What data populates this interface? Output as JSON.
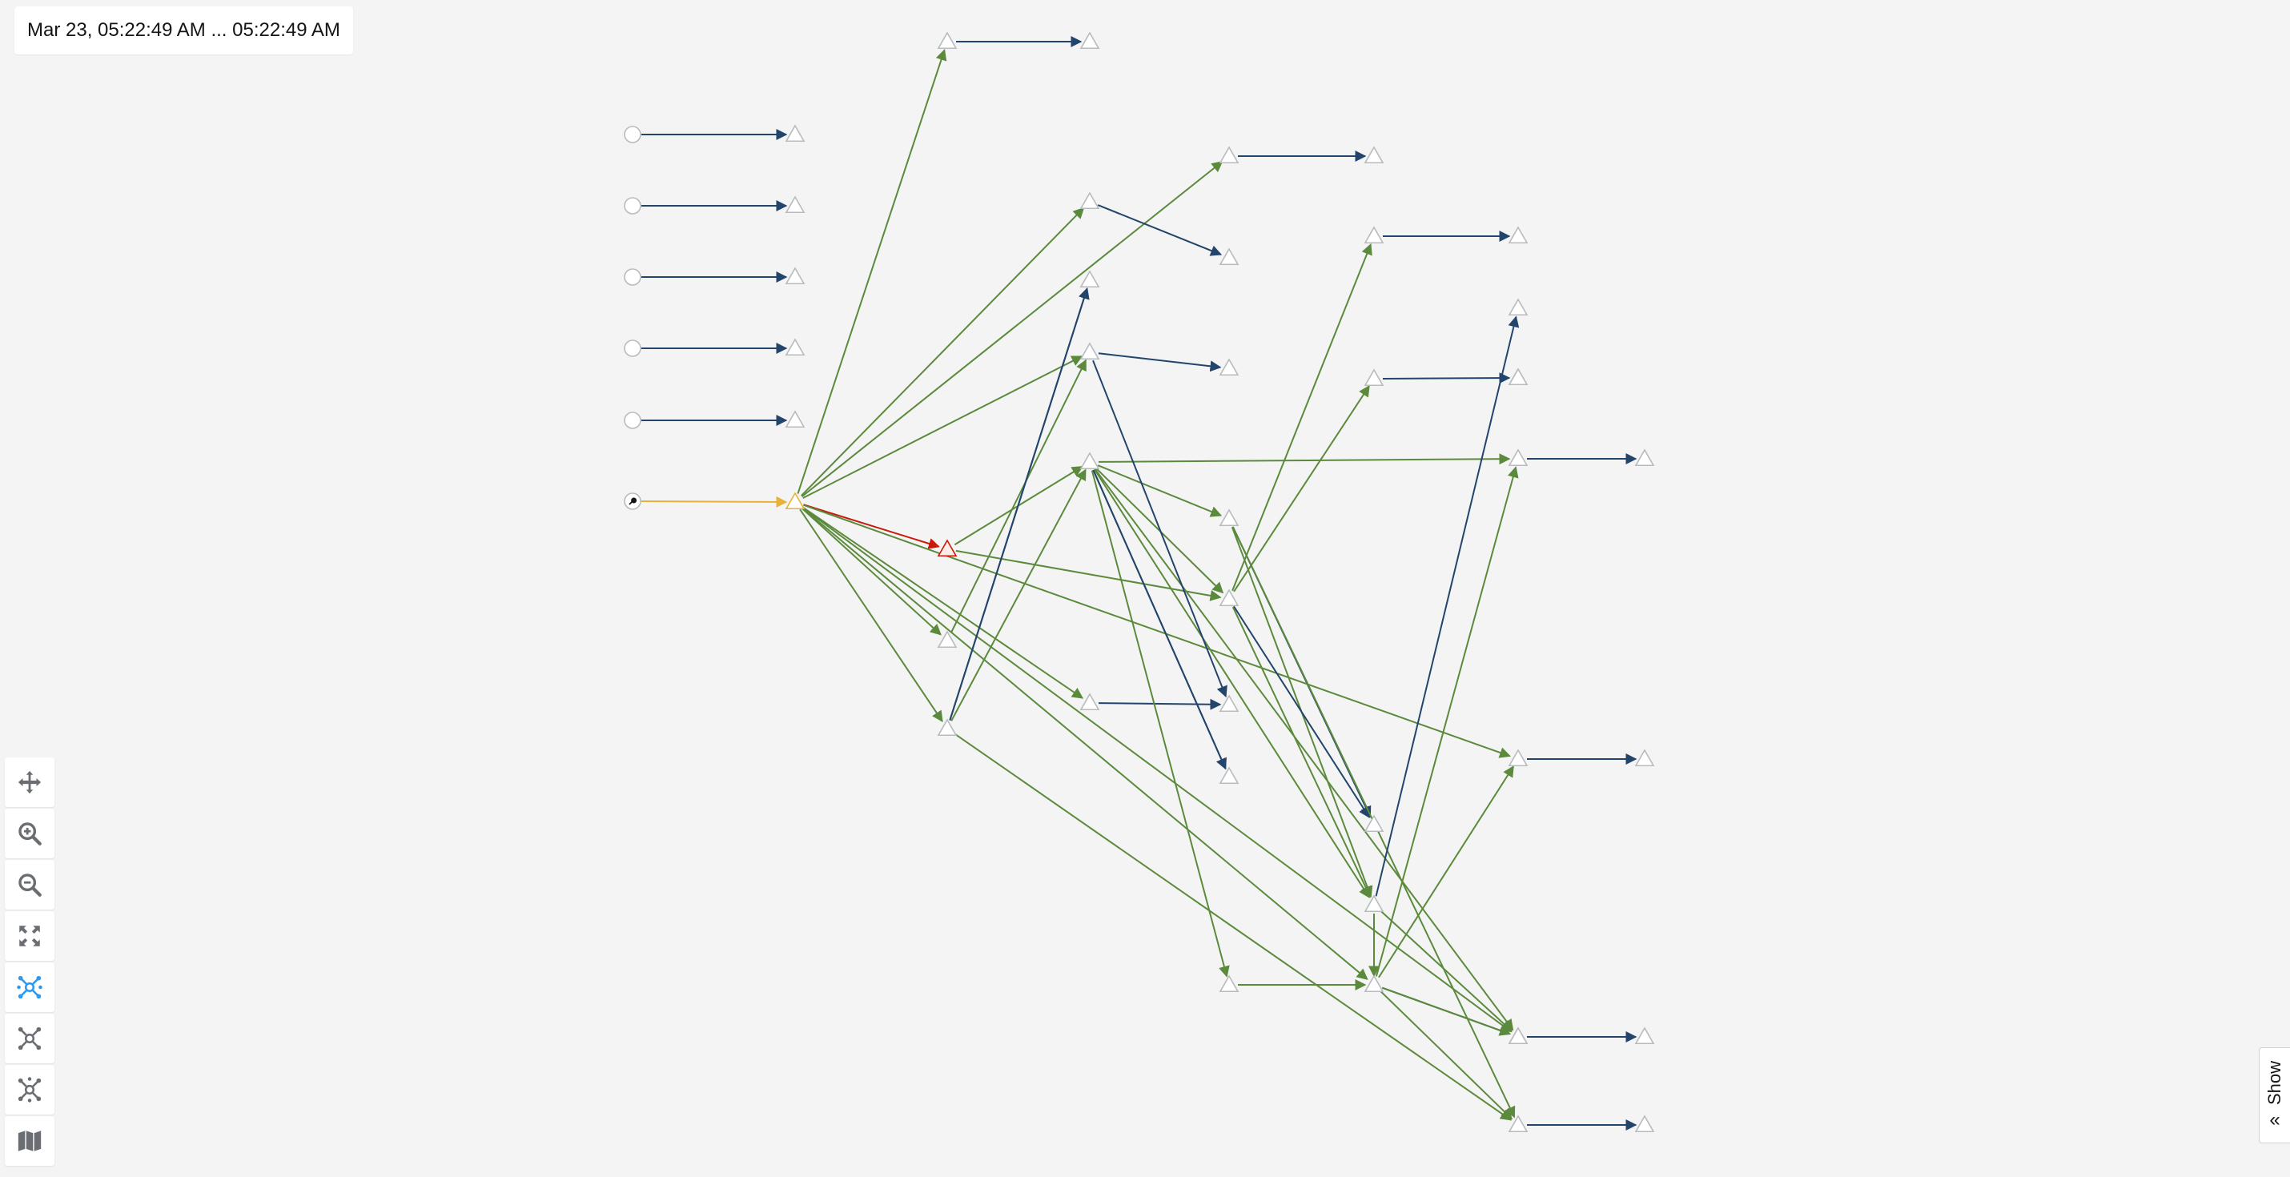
{
  "time_range": {
    "label": "Mar 23, 05:22:49 AM ... 05:22:49 AM"
  },
  "toolbar": {
    "items": [
      {
        "name": "pan-tool-button",
        "icon": "move-arrows-icon",
        "active": false
      },
      {
        "name": "zoom-in-button",
        "icon": "zoom-in-icon",
        "active": false
      },
      {
        "name": "zoom-out-button",
        "icon": "zoom-out-icon",
        "active": false
      },
      {
        "name": "fit-to-screen-button",
        "icon": "expand-icon",
        "active": false
      },
      {
        "name": "layout-default-button",
        "icon": "graph-layout-icon",
        "active": true
      },
      {
        "name": "layout-one-button",
        "icon": "graph-layout-icon",
        "active": false
      },
      {
        "name": "layout-two-button",
        "icon": "graph-layout-icon",
        "active": false
      },
      {
        "name": "legend-button",
        "icon": "map-icon",
        "active": false
      }
    ]
  },
  "side_panel_tab": {
    "label": "Show",
    "icon": "double-chevron-left-icon"
  },
  "colors": {
    "healthy_edge": "#5b8a3c",
    "tcp_edge": "#23456b",
    "root_edge": "#e8b23a",
    "error_edge": "#c9190b",
    "node_border": "#b8bbbe",
    "node_fill": "#ffffff",
    "active_icon": "#2b9af3",
    "inactive_icon": "#6a6e73"
  },
  "graph": {
    "nodes": [
      {
        "id": "c1",
        "shape": "circle"
      },
      {
        "id": "c2",
        "shape": "circle"
      },
      {
        "id": "c3",
        "shape": "circle"
      },
      {
        "id": "c4",
        "shape": "circle"
      },
      {
        "id": "c5",
        "shape": "circle"
      },
      {
        "id": "root",
        "shape": "circle",
        "icon": "key-icon"
      },
      {
        "id": "t1",
        "shape": "triangle"
      },
      {
        "id": "t2",
        "shape": "triangle"
      },
      {
        "id": "t3",
        "shape": "triangle"
      },
      {
        "id": "t4",
        "shape": "triangle"
      },
      {
        "id": "t5",
        "shape": "triangle"
      },
      {
        "id": "hub",
        "shape": "triangle",
        "status": "degraded"
      },
      {
        "id": "a1",
        "shape": "triangle"
      },
      {
        "id": "a1b",
        "shape": "triangle"
      },
      {
        "id": "err",
        "shape": "triangle",
        "status": "failure"
      },
      {
        "id": "a3",
        "shape": "triangle"
      },
      {
        "id": "a4",
        "shape": "triangle"
      },
      {
        "id": "b1",
        "shape": "triangle"
      },
      {
        "id": "b2",
        "shape": "triangle"
      },
      {
        "id": "b3",
        "shape": "triangle"
      },
      {
        "id": "b4",
        "shape": "triangle"
      },
      {
        "id": "b5",
        "shape": "triangle"
      },
      {
        "id": "c6",
        "shape": "triangle"
      },
      {
        "id": "c7",
        "shape": "triangle"
      },
      {
        "id": "c8",
        "shape": "triangle"
      },
      {
        "id": "c9",
        "shape": "triangle"
      },
      {
        "id": "c10",
        "shape": "triangle"
      },
      {
        "id": "c11",
        "shape": "triangle"
      },
      {
        "id": "c12",
        "shape": "triangle"
      },
      {
        "id": "c13",
        "shape": "triangle"
      },
      {
        "id": "d1",
        "shape": "triangle"
      },
      {
        "id": "d2",
        "shape": "triangle"
      },
      {
        "id": "d3",
        "shape": "triangle"
      },
      {
        "id": "d4",
        "shape": "triangle"
      },
      {
        "id": "d5",
        "shape": "triangle"
      },
      {
        "id": "d6",
        "shape": "triangle"
      },
      {
        "id": "d7",
        "shape": "triangle"
      },
      {
        "id": "d8",
        "shape": "triangle"
      },
      {
        "id": "e1",
        "shape": "triangle"
      },
      {
        "id": "e2",
        "shape": "triangle"
      },
      {
        "id": "e3",
        "shape": "triangle"
      },
      {
        "id": "e4",
        "shape": "triangle"
      },
      {
        "id": "e5",
        "shape": "triangle"
      },
      {
        "id": "e6",
        "shape": "triangle"
      },
      {
        "id": "e7",
        "shape": "triangle"
      },
      {
        "id": "f1",
        "shape": "triangle"
      },
      {
        "id": "f2",
        "shape": "triangle"
      },
      {
        "id": "f3",
        "shape": "triangle"
      },
      {
        "id": "f4",
        "shape": "triangle"
      }
    ],
    "edges": [
      {
        "from": "c1",
        "to": "t1",
        "kind": "tcp"
      },
      {
        "from": "c2",
        "to": "t2",
        "kind": "tcp"
      },
      {
        "from": "c3",
        "to": "t3",
        "kind": "tcp"
      },
      {
        "from": "c4",
        "to": "t4",
        "kind": "tcp"
      },
      {
        "from": "c5",
        "to": "t5",
        "kind": "tcp"
      },
      {
        "from": "root",
        "to": "hub",
        "kind": "root"
      },
      {
        "from": "hub",
        "to": "a1",
        "kind": "healthy"
      },
      {
        "from": "hub",
        "to": "b1",
        "kind": "healthy"
      },
      {
        "from": "hub",
        "to": "c6",
        "kind": "healthy"
      },
      {
        "from": "hub",
        "to": "err",
        "kind": "error"
      },
      {
        "from": "hub",
        "to": "a3",
        "kind": "healthy"
      },
      {
        "from": "hub",
        "to": "a4",
        "kind": "healthy"
      },
      {
        "from": "hub",
        "to": "b5",
        "kind": "healthy"
      },
      {
        "from": "hub",
        "to": "d6",
        "kind": "healthy"
      },
      {
        "from": "hub",
        "to": "e6",
        "kind": "healthy"
      },
      {
        "from": "a1",
        "to": "a1b",
        "kind": "tcp"
      },
      {
        "from": "c6",
        "to": "c7",
        "kind": "tcp"
      },
      {
        "from": "b1",
        "to": "c8",
        "kind": "tcp"
      },
      {
        "from": "b3",
        "to": "c9",
        "kind": "tcp"
      },
      {
        "from": "d1",
        "to": "d2",
        "kind": "tcp"
      },
      {
        "from": "d3",
        "to": "e3",
        "kind": "tcp"
      },
      {
        "from": "e4",
        "to": "f1",
        "kind": "tcp"
      },
      {
        "from": "e5",
        "to": "f2",
        "kind": "tcp"
      },
      {
        "from": "e6",
        "to": "f3",
        "kind": "tcp"
      },
      {
        "from": "e7",
        "to": "f4",
        "kind": "tcp"
      },
      {
        "from": "b5",
        "to": "c10",
        "kind": "tcp"
      },
      {
        "from": "b4",
        "to": "c11",
        "kind": "tcp"
      },
      {
        "from": "c12",
        "to": "d5",
        "kind": "tcp"
      },
      {
        "from": "d6",
        "to": "e2",
        "kind": "tcp"
      },
      {
        "from": "a4",
        "to": "b2",
        "kind": "tcp"
      }
    ]
  }
}
